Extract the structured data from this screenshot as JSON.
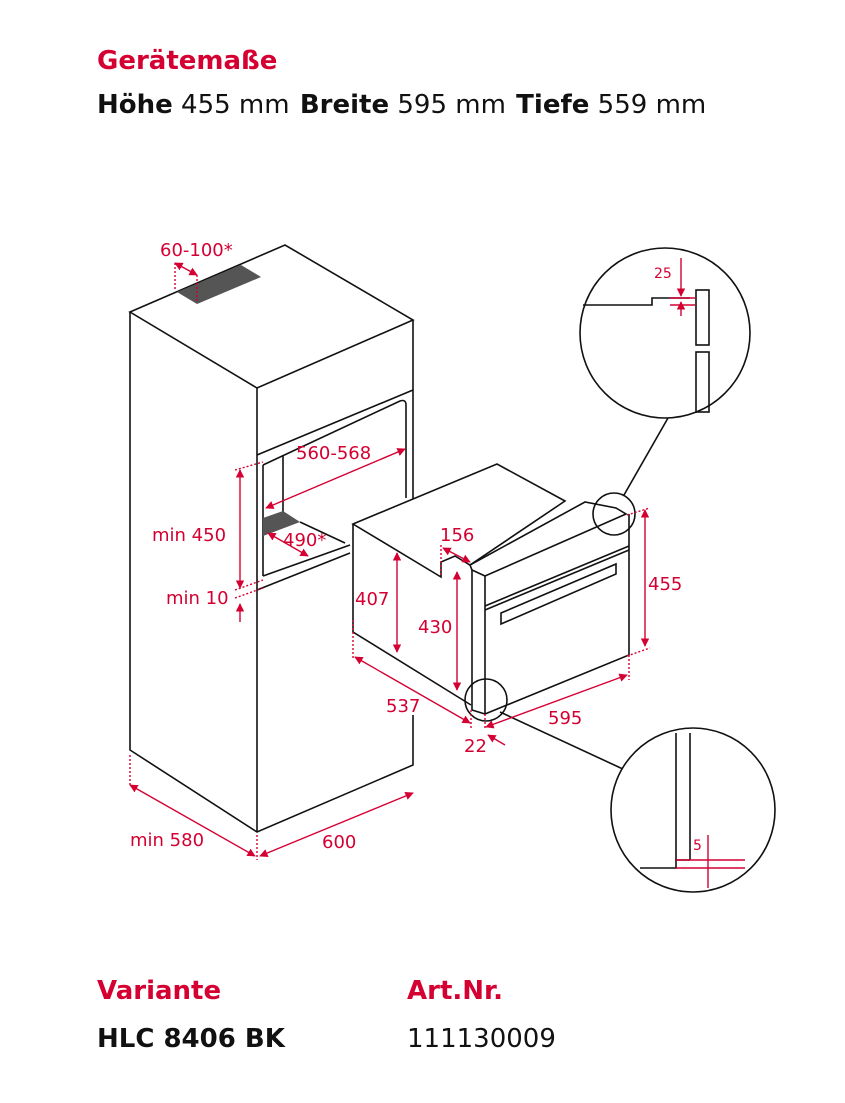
{
  "header": {
    "title": "Gerätemaße",
    "dimensions": [
      {
        "label": "Höhe",
        "value": "455 mm"
      },
      {
        "label": "Breite",
        "value": "595 mm"
      },
      {
        "label": "Tiefe",
        "value": "559 mm"
      }
    ]
  },
  "diagram": {
    "labels": {
      "vent": "60-100*",
      "niche_width": "560-568",
      "niche_height": "min 450",
      "floor_depth": "490*",
      "min_gap": "min 10",
      "cabinet_depth": "min 580",
      "cabinet_width": "600",
      "notch": "156",
      "side_height": "407",
      "body_height": "430",
      "total_height": "455",
      "oven_depth": "537",
      "front_thickness": "22",
      "oven_width": "595",
      "detail_top": "25",
      "detail_bottom": "5"
    },
    "accent_color": "#d50032"
  },
  "footer": {
    "variant_label": "Variante",
    "variant_value": "HLC 8406 BK",
    "article_label": "Art.Nr.",
    "article_value": "111130009"
  }
}
